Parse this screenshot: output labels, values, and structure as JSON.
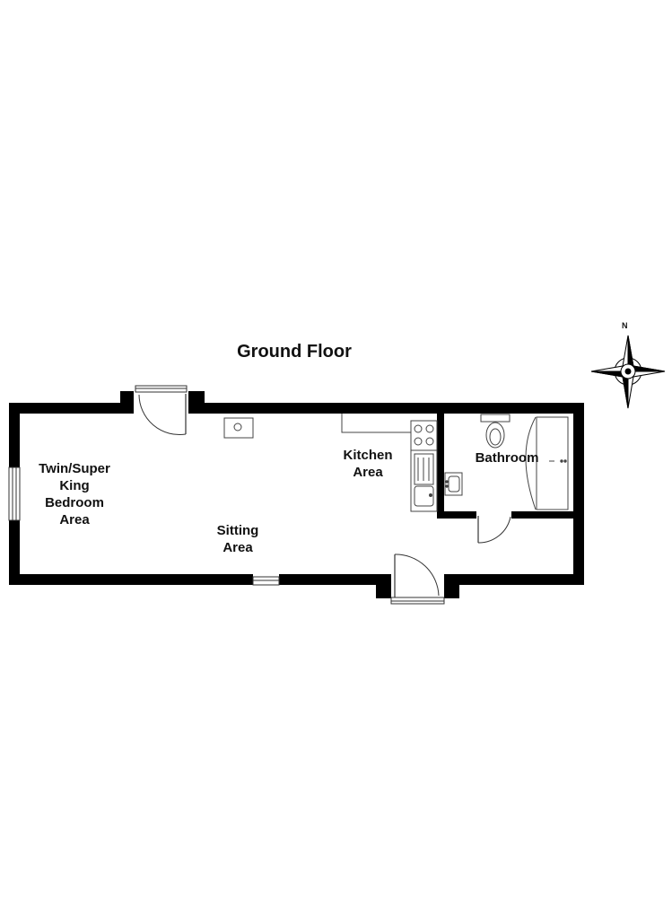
{
  "floor": {
    "title": "Ground Floor"
  },
  "compass": {
    "north_label": "N",
    "icon": "compass-rose-icon"
  },
  "rooms": {
    "bedroom": [
      "Twin/Super",
      "King",
      "Bedroom",
      "Area"
    ],
    "sitting": [
      "Sitting",
      "Area"
    ],
    "kitchen": [
      "Kitchen",
      "Area"
    ],
    "bathroom": [
      "Bathroom"
    ]
  },
  "colors": {
    "wall": "#000000",
    "line": "#333333",
    "background": "#ffffff"
  }
}
